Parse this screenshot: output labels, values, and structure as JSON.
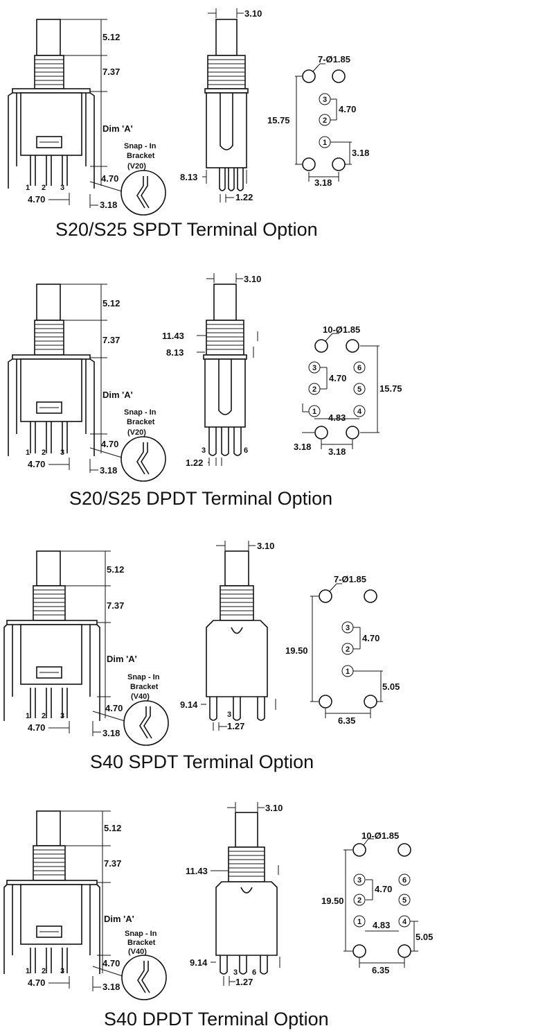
{
  "sections": [
    {
      "title": "S20/S25 SPDT Terminal Option",
      "front": {
        "dim_top": "5.12",
        "dim_thread": "7.37",
        "dim_a": "Dim 'A'",
        "dim_470": "4.70",
        "dim_pitch": "4.70",
        "dim_318": "3.18",
        "pins": [
          "1",
          "2",
          "3"
        ]
      },
      "snap": {
        "line1": "Snap - In",
        "line2": "Bracket",
        "model": "(V20)"
      },
      "side": {
        "width": "3.10",
        "left_dims": [
          "8.13"
        ],
        "bottom": "1.22",
        "pin_labels": []
      },
      "footprint": {
        "holes": "7-Ø1.85",
        "height": "15.75",
        "pitch": "4.70",
        "offset": "3.18",
        "bottom": "3.18",
        "mid": "",
        "circled": [
          "3",
          "2",
          "1"
        ]
      }
    },
    {
      "title": "S20/S25 DPDT Terminal Option",
      "front": {
        "dim_top": "5.12",
        "dim_thread": "7.37",
        "dim_a": "Dim 'A'",
        "dim_470": "4.70",
        "dim_pitch": "4.70",
        "dim_318": "3.18",
        "pins": [
          "1",
          "2",
          "3"
        ]
      },
      "snap": {
        "line1": "Snap - In",
        "line2": "Bracket",
        "model": "(V20)"
      },
      "side": {
        "width": "3.10",
        "left_dims": [
          "11.43",
          "8.13"
        ],
        "bottom": "1.22",
        "pin_labels": [
          "3",
          "6"
        ]
      },
      "footprint": {
        "holes": "10-Ø1.85",
        "height": "15.75",
        "pitch": "4.70",
        "offset": "3.18",
        "bottom": "3.18",
        "mid": "4.83",
        "circled": [
          "3",
          "6",
          "2",
          "5",
          "1",
          "4"
        ]
      }
    },
    {
      "title": "S40 SPDT Terminal Option",
      "front": {
        "dim_top": "5.12",
        "dim_thread": "7.37",
        "dim_a": "Dim 'A'",
        "dim_470": "4.70",
        "dim_pitch": "4.70",
        "dim_318": "3.18",
        "pins": [
          "1",
          "2",
          "3"
        ]
      },
      "snap": {
        "line1": "Snap - In",
        "line2": "Bracket",
        "model": "(V40)"
      },
      "side": {
        "width": "3.10",
        "left_dims": [
          "9.14"
        ],
        "bottom": "1.27",
        "pin_labels": [
          "3"
        ]
      },
      "footprint": {
        "holes": "7-Ø1.85",
        "height": "19.50",
        "pitch": "4.70",
        "offset": "5.05",
        "bottom": "6.35",
        "mid": "",
        "circled": [
          "3",
          "2",
          "1"
        ]
      }
    },
    {
      "title": "S40 DPDT Terminal Option",
      "front": {
        "dim_top": "5.12",
        "dim_thread": "7.37",
        "dim_a": "Dim 'A'",
        "dim_470": "4.70",
        "dim_pitch": "4.70",
        "dim_318": "3.18",
        "pins": [
          "1",
          "2",
          "3"
        ]
      },
      "snap": {
        "line1": "Snap - In",
        "line2": "Bracket",
        "model": "(V40)"
      },
      "side": {
        "width": "3.10",
        "left_dims": [
          "11.43",
          "9.14"
        ],
        "bottom": "1.27",
        "pin_labels": [
          "3",
          "6"
        ]
      },
      "footprint": {
        "holes": "10-Ø1.85",
        "height": "19.50",
        "pitch": "4.70",
        "offset": "5.05",
        "bottom": "6.35",
        "mid": "4.83",
        "circled": [
          "3",
          "6",
          "2",
          "5",
          "1",
          "4"
        ]
      }
    }
  ]
}
